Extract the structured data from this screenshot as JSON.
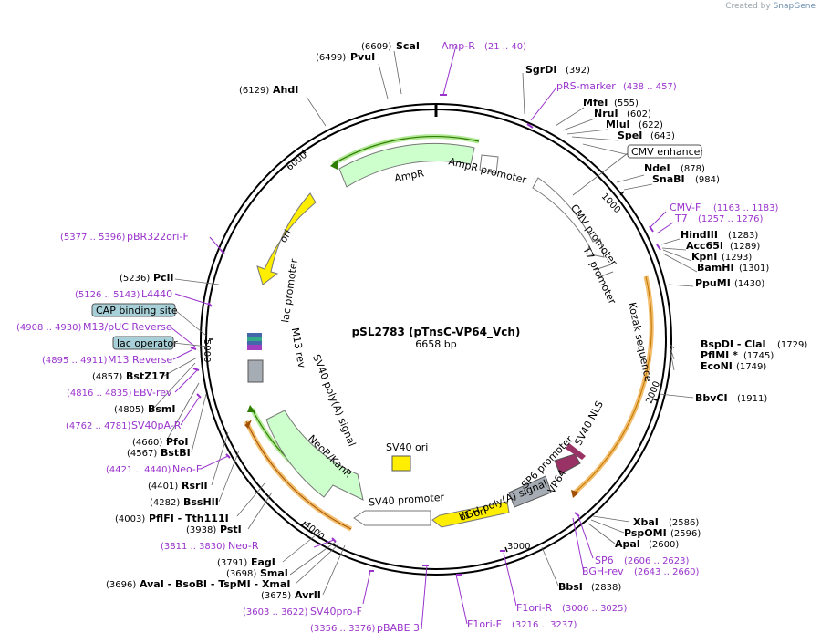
{
  "credit": {
    "prefix": "Created by",
    "brand": "SnapGene"
  },
  "plasmid": {
    "name": "pSL2783 (pTnsC-VP64_Vch)",
    "length_label": "6658 bp"
  },
  "ticks": [
    "1000",
    "2000",
    "3000",
    "4000",
    "5000",
    "6000"
  ],
  "colors": {
    "enzyme": "#000000",
    "primer": "#9933cc",
    "backbone": "#000000",
    "ori": "#ffee00",
    "amp": "#ccffcc",
    "promoter": "#ffffff",
    "polyA": "#a6acb3",
    "nls": "#993366",
    "orange_highlight": "#f0b050",
    "green_highlight": "#339900"
  },
  "enzymes": [
    {
      "pos": "(6609)",
      "name": "ScaI"
    },
    {
      "pos": "(6499)",
      "name": "PvuI"
    },
    {
      "pos": "(6129)",
      "name": "AhdI"
    },
    {
      "name": "SgrDI",
      "pos": "(392)"
    },
    {
      "name": "MfeI",
      "pos": "(555)"
    },
    {
      "name": "NruI",
      "pos": "(602)"
    },
    {
      "name": "MluI",
      "pos": "(622)"
    },
    {
      "name": "SpeI",
      "pos": "(643)"
    },
    {
      "name": "NdeI",
      "pos": "(878)"
    },
    {
      "name": "SnaBI",
      "pos": "(984)"
    },
    {
      "name": "HindIII",
      "pos": "(1283)"
    },
    {
      "name": "Acc65I",
      "pos": "(1289)"
    },
    {
      "name": "KpnI",
      "pos": "(1293)"
    },
    {
      "name": "BamHI",
      "pos": "(1301)"
    },
    {
      "name": "PpuMI",
      "pos": "(1430)"
    },
    {
      "name": "BspDI - ClaI",
      "pos": "(1729)"
    },
    {
      "name": "PflMI *",
      "pos": "(1745)"
    },
    {
      "name": "EcoNI",
      "pos": "(1749)"
    },
    {
      "name": "BbvCI",
      "pos": "(1911)"
    },
    {
      "name": "XbaI",
      "pos": "(2586)"
    },
    {
      "name": "PspOMI",
      "pos": "(2596)"
    },
    {
      "name": "ApaI",
      "pos": "(2600)"
    },
    {
      "name": "BbsI",
      "pos": "(2838)"
    },
    {
      "pos": "(5236)",
      "name": "PciI"
    },
    {
      "pos": "(4857)",
      "name": "BstZ17I"
    },
    {
      "pos": "(4805)",
      "name": "BsmI"
    },
    {
      "pos": "(4660)",
      "name": "PfoI"
    },
    {
      "pos": "(4567)",
      "name": "BstBI"
    },
    {
      "pos": "(4401)",
      "name": "RsrII"
    },
    {
      "pos": "(4282)",
      "name": "BssHII"
    },
    {
      "pos": "(4003)",
      "name": "PflFI - Tth111I"
    },
    {
      "pos": "(3938)",
      "name": "PstI"
    },
    {
      "pos": "(3791)",
      "name": "EagI"
    },
    {
      "pos": "(3698)",
      "name": "SmaI"
    },
    {
      "pos": "(3696)",
      "name": "AvaI - BsoBI - TspMI - XmaI"
    },
    {
      "pos": "(3675)",
      "name": "AvrII"
    }
  ],
  "primers": [
    {
      "name": "Amp-R",
      "range": "(21 .. 40)"
    },
    {
      "name": "pRS-marker",
      "range": "(438 .. 457)"
    },
    {
      "name": "CMV-F",
      "range": "(1163 .. 1183)"
    },
    {
      "name": "T7",
      "range": "(1257 .. 1276)"
    },
    {
      "name": "SP6",
      "range": "(2606 .. 2623)"
    },
    {
      "name": "BGH-rev",
      "range": "(2643 .. 2660)"
    },
    {
      "name": "F1ori-R",
      "range": "(3006 .. 3025)"
    },
    {
      "name": "F1ori-F",
      "range": "(3216 .. 3237)"
    },
    {
      "name": "pBABE 3'",
      "range": "(3356 .. 3376)"
    },
    {
      "name": "SV40pro-F",
      "range": "(3603 .. 3622)"
    },
    {
      "name": "Neo-R",
      "range": "(3811 .. 3830)"
    },
    {
      "name": "Neo-F",
      "range": "(4421 .. 4440)"
    },
    {
      "name": "SV40pA-R",
      "range": "(4762 .. 4781)"
    },
    {
      "name": "EBV-rev",
      "range": "(4816 .. 4835)"
    },
    {
      "name": "M13 Reverse",
      "range": "(4895 .. 4911)"
    },
    {
      "name": "M13/pUC Reverse",
      "range": "(4908 .. 4930)"
    },
    {
      "name": "L4440",
      "range": "(5126 .. 5143)"
    },
    {
      "name": "pBR322ori-F",
      "range": "(5377 .. 5396)"
    }
  ],
  "boxed_features": [
    {
      "name": "CMV enhancer"
    },
    {
      "name": "CAP binding site"
    },
    {
      "name": "lac operator"
    }
  ],
  "features": {
    "ampr": "AmpR",
    "ampr_promoter": "AmpR promoter",
    "ori": "ori",
    "cmv_promoter": "CMV promoter",
    "t7_promoter": "T7 promoter",
    "kozak": "Kozak sequence",
    "sv40_nls": "SV40 NLS",
    "vp64": "VP64",
    "sp6_promoter": "SP6 promoter",
    "bgh_polya": "bGH poly(A) signal",
    "f1_ori": "f1 ori",
    "sv40_promoter": "SV40 promoter",
    "sv40_ori": "SV40 ori",
    "neor": "NeoR/KanR",
    "sv40_polya": "SV40 poly(A) signal",
    "lac_promoter": "lac promoter",
    "m13_rev": "M13 rev"
  }
}
